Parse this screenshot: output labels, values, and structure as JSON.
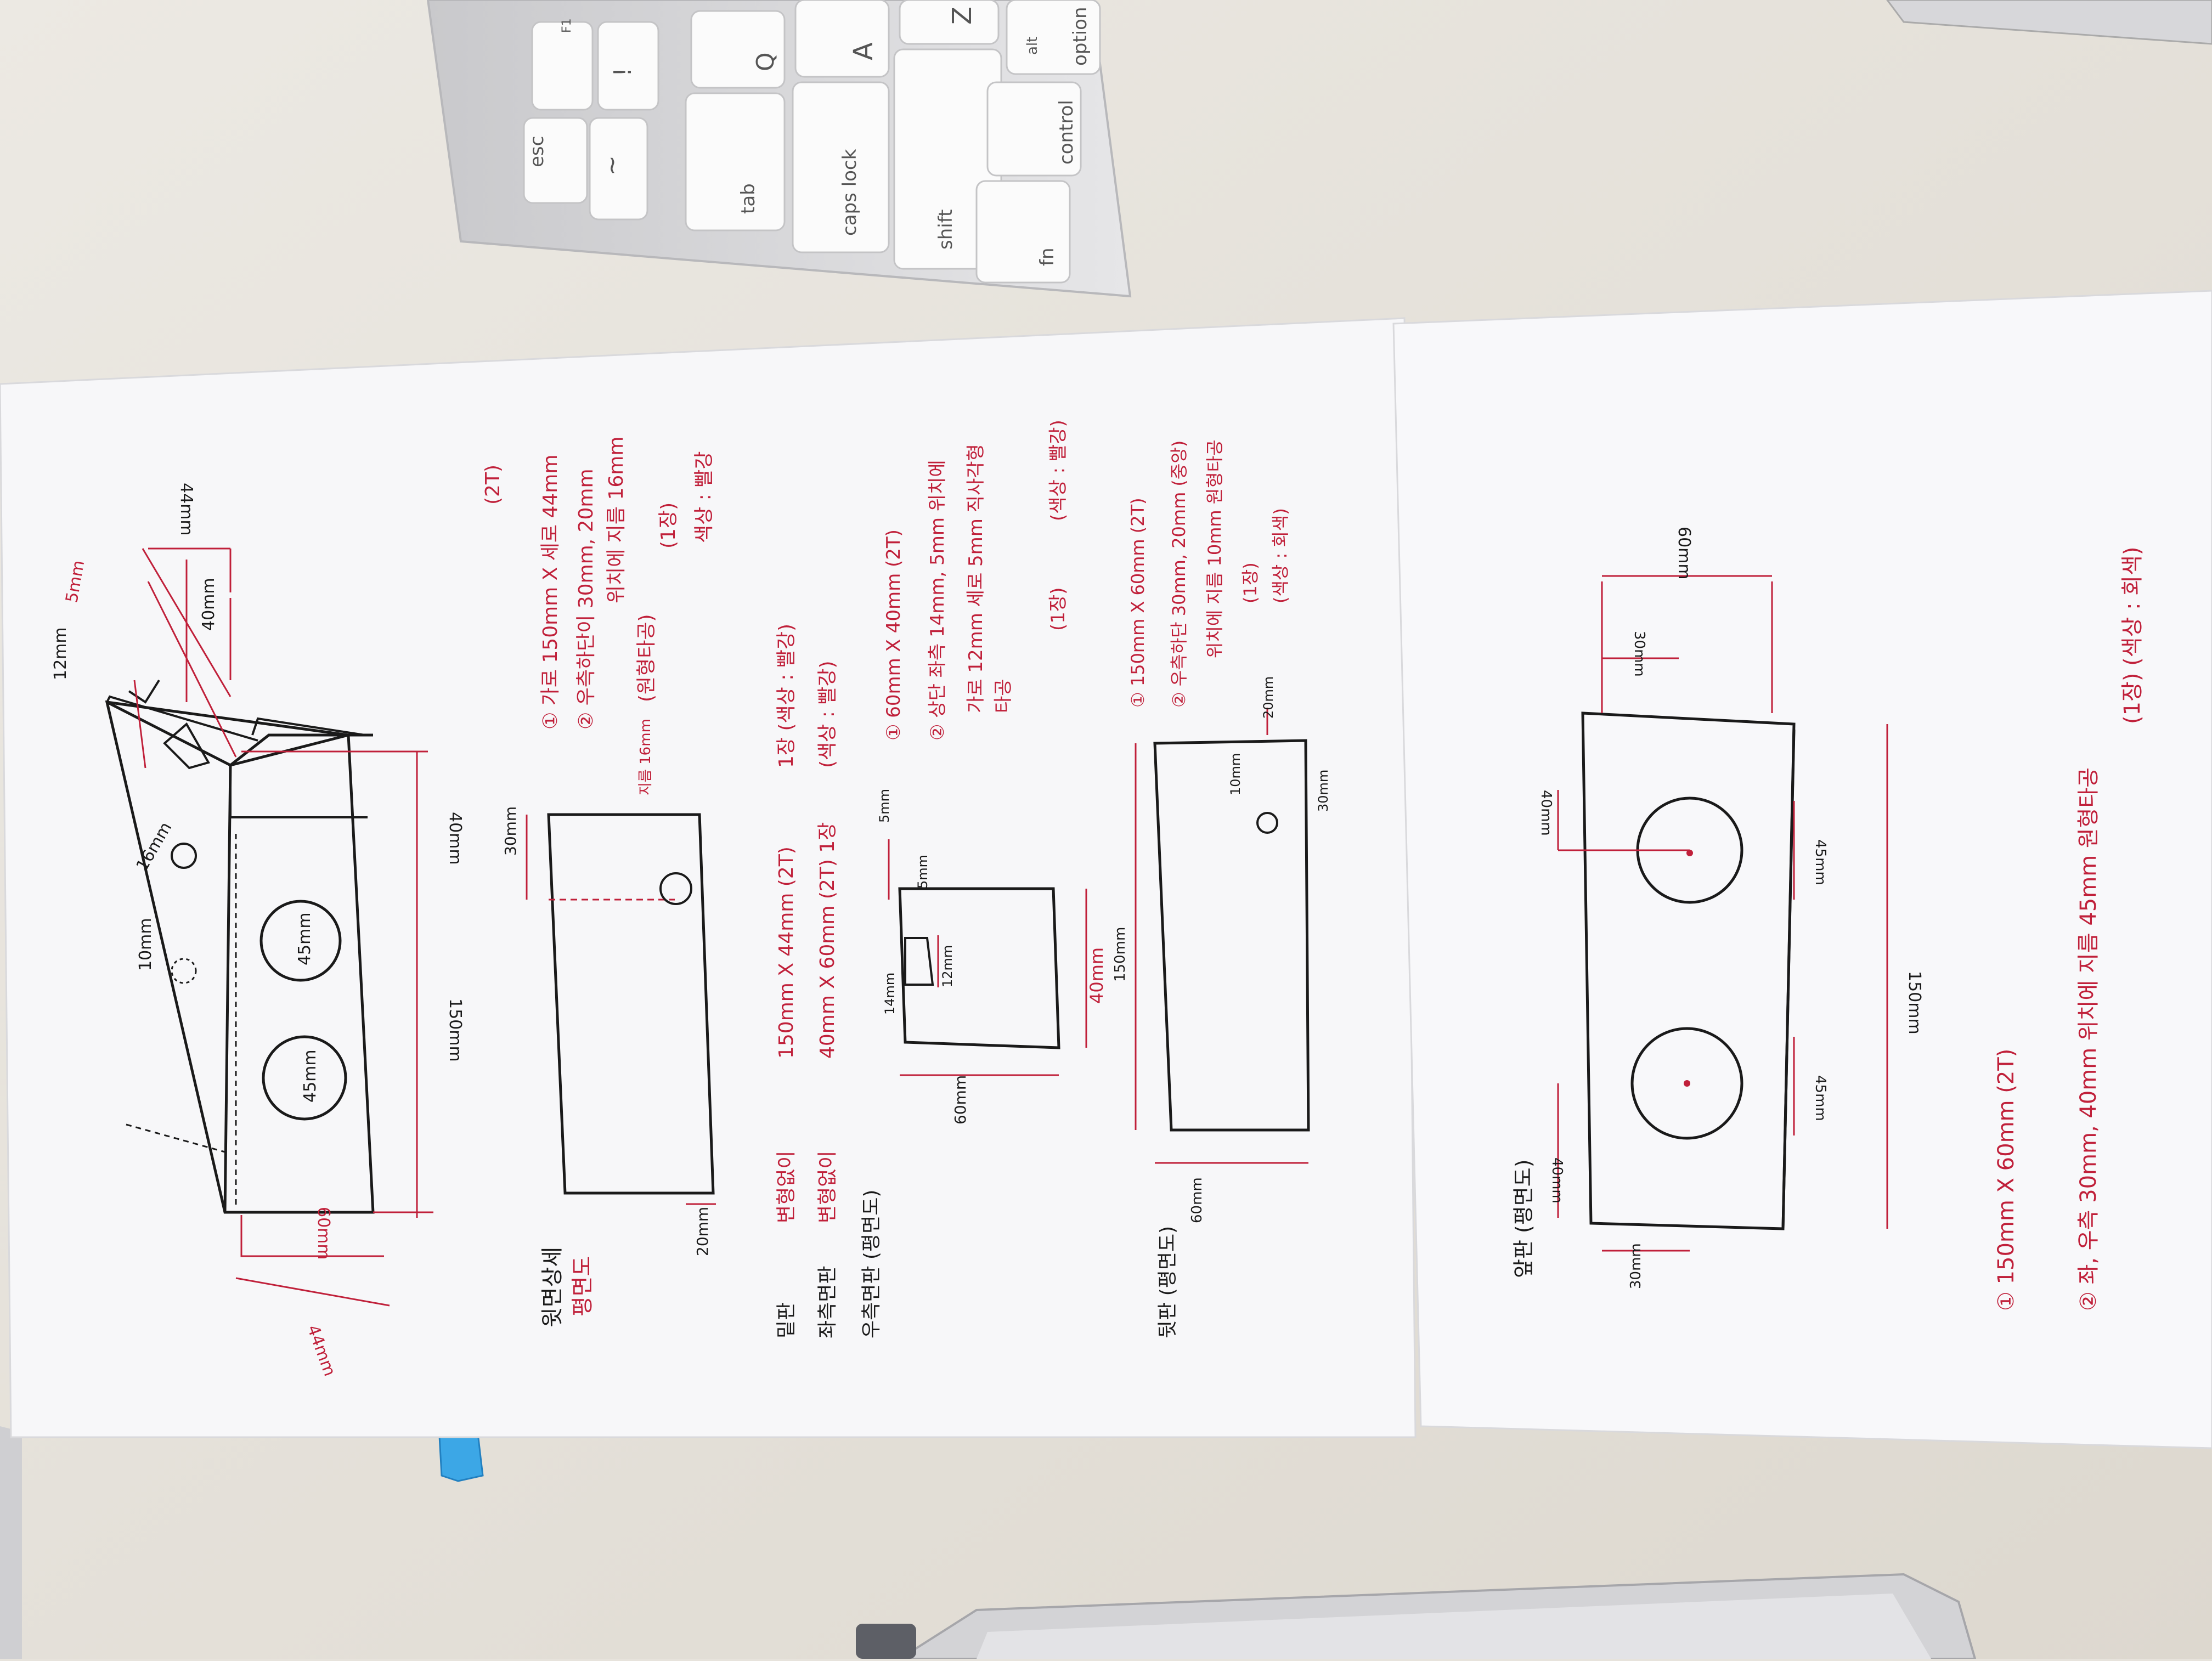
{
  "keyboard": {
    "keys": {
      "esc": "esc",
      "tab": "tab",
      "caps": "caps lock",
      "shift": "shift",
      "fn": "fn",
      "control": "control",
      "alt": "alt",
      "option": "option",
      "tilde": "~",
      "one": "!",
      "q": "Q",
      "a": "A",
      "z": "Z",
      "f1": "F1"
    }
  },
  "sheet1": {
    "isometric": {
      "title": "윗면상세",
      "subtitle": "평면도",
      "dims": {
        "d12": "12mm",
        "d5": "5mm",
        "d40": "40mm",
        "d44": "44mm",
        "d16": "16mm",
        "d10": "10mm",
        "d45a": "45mm",
        "d45b": "45mm",
        "d40b": "40mm",
        "d150": "150mm",
        "d60": "60mm",
        "d44b": "44mm"
      }
    },
    "top_panel": {
      "dims": {
        "d30": "30mm",
        "d20": "20mm",
        "hole": "지름 16mm"
      },
      "spec": {
        "size": "① 가로 150mm X 세로 44mm",
        "size_t": "(2T)",
        "hole_pos": "② 우측하단이 30mm, 20mm",
        "hole_dia": "위치에 지름 16mm",
        "hole_shape": "(원형타공)",
        "qty": "(1장)",
        "color": "색상 : 빨강"
      }
    },
    "parts": {
      "bottom_label": "밑판",
      "bottom_sub": "변형없이",
      "bottom_spec": "150mm X 44mm (2T)",
      "bottom_qty": "1장 (색상 : 빨강)",
      "left_label": "좌측면판",
      "left_sub": "변형없이",
      "left_spec": "40mm X 60mm (2T) 1장",
      "left_color": "(색상 : 빨강)"
    },
    "right_panel": {
      "title": "우측면판 (평면도)",
      "dims": {
        "d5": "5mm",
        "d5b": "5mm",
        "d14": "14mm",
        "d12": "12mm",
        "d60": "60mm",
        "d40": "40mm"
      },
      "spec": {
        "size": "① 60mm X 40mm (2T)",
        "pos": "② 상단 좌측 14mm, 5mm 위치에",
        "rect": "가로 12mm 세로 5mm 직사각형",
        "shape": "타공",
        "qty": "(1장)",
        "color": "(색상 : 빨강)"
      }
    },
    "back_panel": {
      "title": "뒷판 (평면도)",
      "dims": {
        "d150": "150mm",
        "d60": "60mm",
        "d20": "20mm",
        "d30": "30mm",
        "d10": "10mm"
      },
      "spec": {
        "size": "① 150mm X 60mm (2T)",
        "pos": "② 우측하단 30mm, 20mm (중앙)",
        "hole": "위치에 지름 10mm 원형타공",
        "qty": "(1장)",
        "color": "(색상 : 회색)"
      }
    }
  },
  "sheet2": {
    "front_panel": {
      "title": "앞판 (평면도)",
      "dims": {
        "d60": "60mm",
        "d30": "30mm",
        "d40": "40mm",
        "d45a": "45mm",
        "d150": "150mm",
        "d40b": "40mm",
        "d45b": "45mm",
        "d30b": "30mm"
      },
      "spec": {
        "size": "① 150mm X 60mm (2T)",
        "holes": "② 좌, 우측 30mm, 40mm 위치에 지름 45mm 원형타공",
        "qty_color": "(1장) (색상 : 회색)"
      }
    }
  },
  "colors": {
    "ink_red": "#c0203a",
    "ink_black": "#1a1a1a",
    "paper": "#f7f7f9",
    "keyboard": "#d9d9dc"
  }
}
